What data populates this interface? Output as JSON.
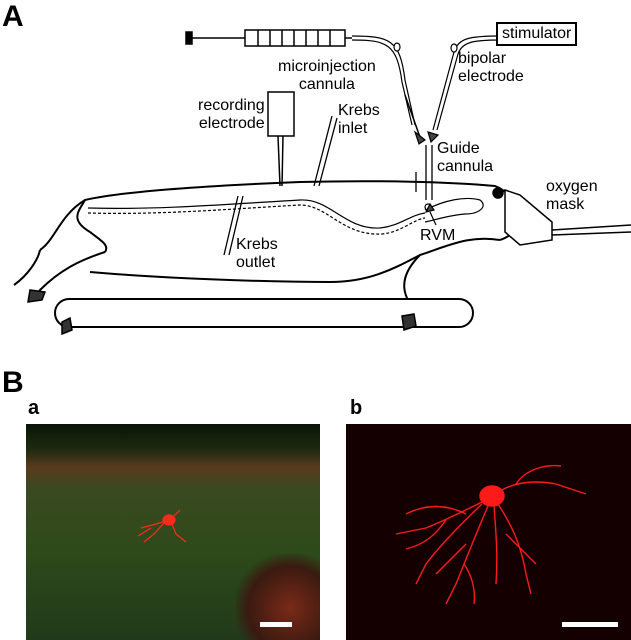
{
  "panel_a": {
    "letter": "A",
    "labels": {
      "stimulator": "stimulator",
      "bipolar_electrode": "bipolar\nelectrode",
      "microinjection_cannula": "microinjection\ncannula",
      "recording_electrode": "recording\nelectrode",
      "krebs_inlet": "Krebs\ninlet",
      "guide_cannula": "Guide\ncannula",
      "oxygen_mask": "oxygen\nmask",
      "krebs_outlet": "Krebs\noutlet",
      "rvm": "RVM"
    }
  },
  "panel_b": {
    "letter": "B",
    "sub_a": "a",
    "sub_b": "b",
    "colors": {
      "neuron": "#ff1a1a",
      "tissue_a": "#2e4a1c",
      "background_b": "#1a0000",
      "scale_bar": "#ffffff"
    }
  }
}
